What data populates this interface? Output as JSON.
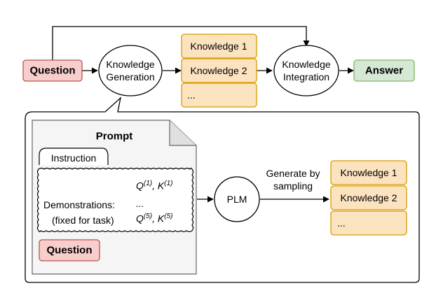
{
  "top_flow": {
    "question": "Question",
    "generation": [
      "Knowledge",
      "Generation"
    ],
    "knowledge_items": [
      "Knowledge 1",
      "Knowledge 2",
      "..."
    ],
    "integration": [
      "Knowledge",
      "Integration"
    ],
    "answer": "Answer"
  },
  "detail": {
    "prompt_title": "Prompt",
    "instruction": "Instruction",
    "demonstrations_label": "Demonstrations:",
    "fixed_label": "(fixed for task)",
    "q1_base": "Q",
    "q1_sup": "(1)",
    "k1_base": "K",
    "k1_sup": "(1)",
    "ellipsis": "...",
    "q5_base": "Q",
    "q5_sup": "(5)",
    "k5_base": "K",
    "k5_sup": "(5)",
    "question": "Question",
    "plm": "PLM",
    "sampling_label": [
      "Generate by",
      "sampling"
    ],
    "knowledge_items": [
      "Knowledge 1",
      "Knowledge 2",
      "..."
    ]
  },
  "colors": {
    "question_fill": "#f8cecc",
    "question_stroke": "#b85450",
    "knowledge_fill": "#fce3c0",
    "knowledge_stroke": "#d79b00",
    "answer_fill": "#d5e8d4",
    "answer_stroke": "#82b366",
    "prompt_fill": "#f5f5f5"
  }
}
